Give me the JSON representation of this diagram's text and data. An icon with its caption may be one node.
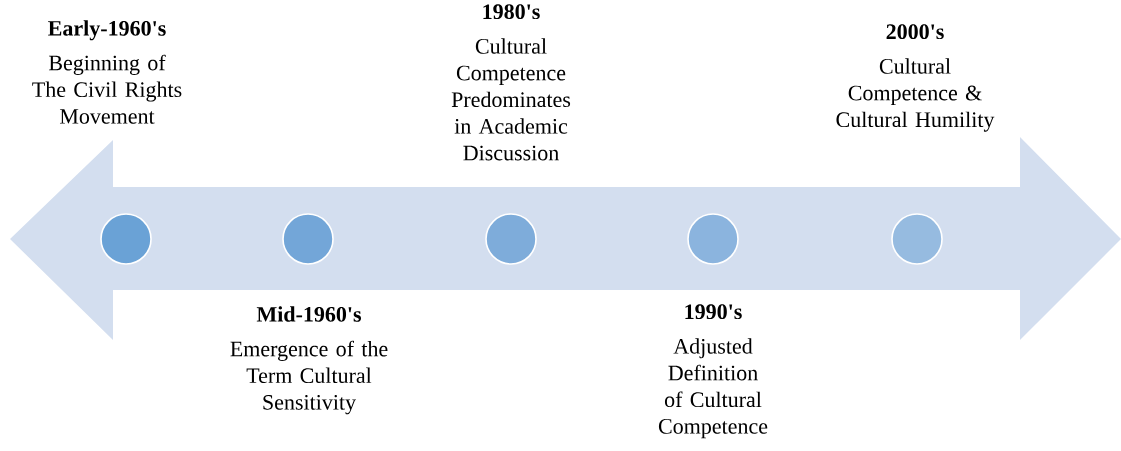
{
  "diagram": {
    "nodes": [
      {
        "text": [
          "Early-1960's",
          "Beginning of The Civil Rights Movement"
        ]
      },
      {
        "text": [
          "Mid-1960's",
          "Emergence of the Term Cultural Sensitivity"
        ]
      },
      {
        "text": [
          "1980's",
          "Cultural Competence Predominates in Academic Discussion"
        ]
      },
      {
        "text": [
          "1990's",
          "Adjusted Definition of Cultural Competence"
        ]
      },
      {
        "text": [
          "2000's",
          "Cultural Competence & Cultural Humility"
        ]
      },
      {
        "text": [],
        "shape": "circle"
      },
      {
        "text": [],
        "shape": "circle"
      },
      {
        "text": [],
        "shape": "circle"
      },
      {
        "text": [],
        "shape": "circle"
      },
      {
        "text": [],
        "shape": "circle"
      }
    ]
  }
}
